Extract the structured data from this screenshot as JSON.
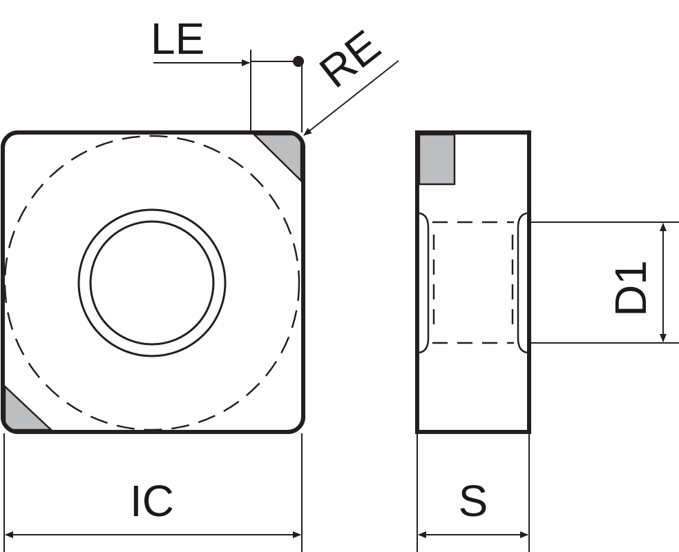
{
  "labels": {
    "le": "LE",
    "re": "RE",
    "ic": "IC",
    "s": "S",
    "d1": "D1"
  },
  "colors": {
    "stroke": "#231f20",
    "background": "#ffffff",
    "insert_fill": "#ffffff",
    "corner_fill": "#bcbec0"
  }
}
